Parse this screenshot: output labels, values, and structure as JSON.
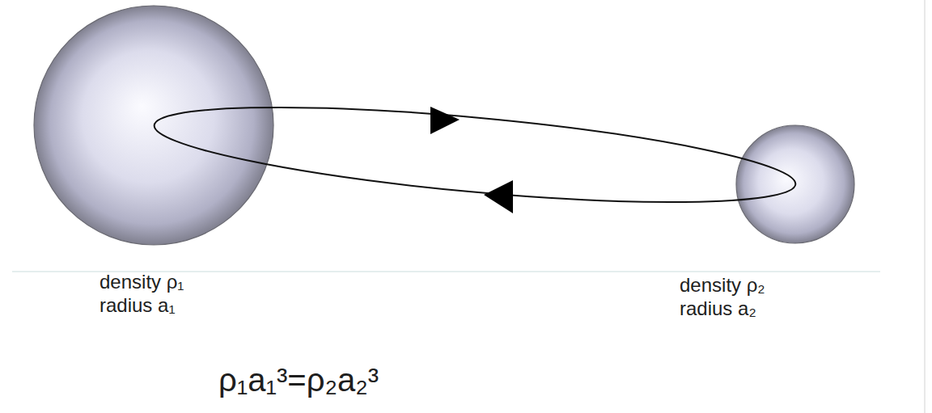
{
  "diagram": {
    "labels": [
      "density ρ₁",
      "radius a₁",
      "density ρ₂",
      "radius a₂",
      "ρ₁a₁³=ρ₂a₂³"
    ]
  }
}
